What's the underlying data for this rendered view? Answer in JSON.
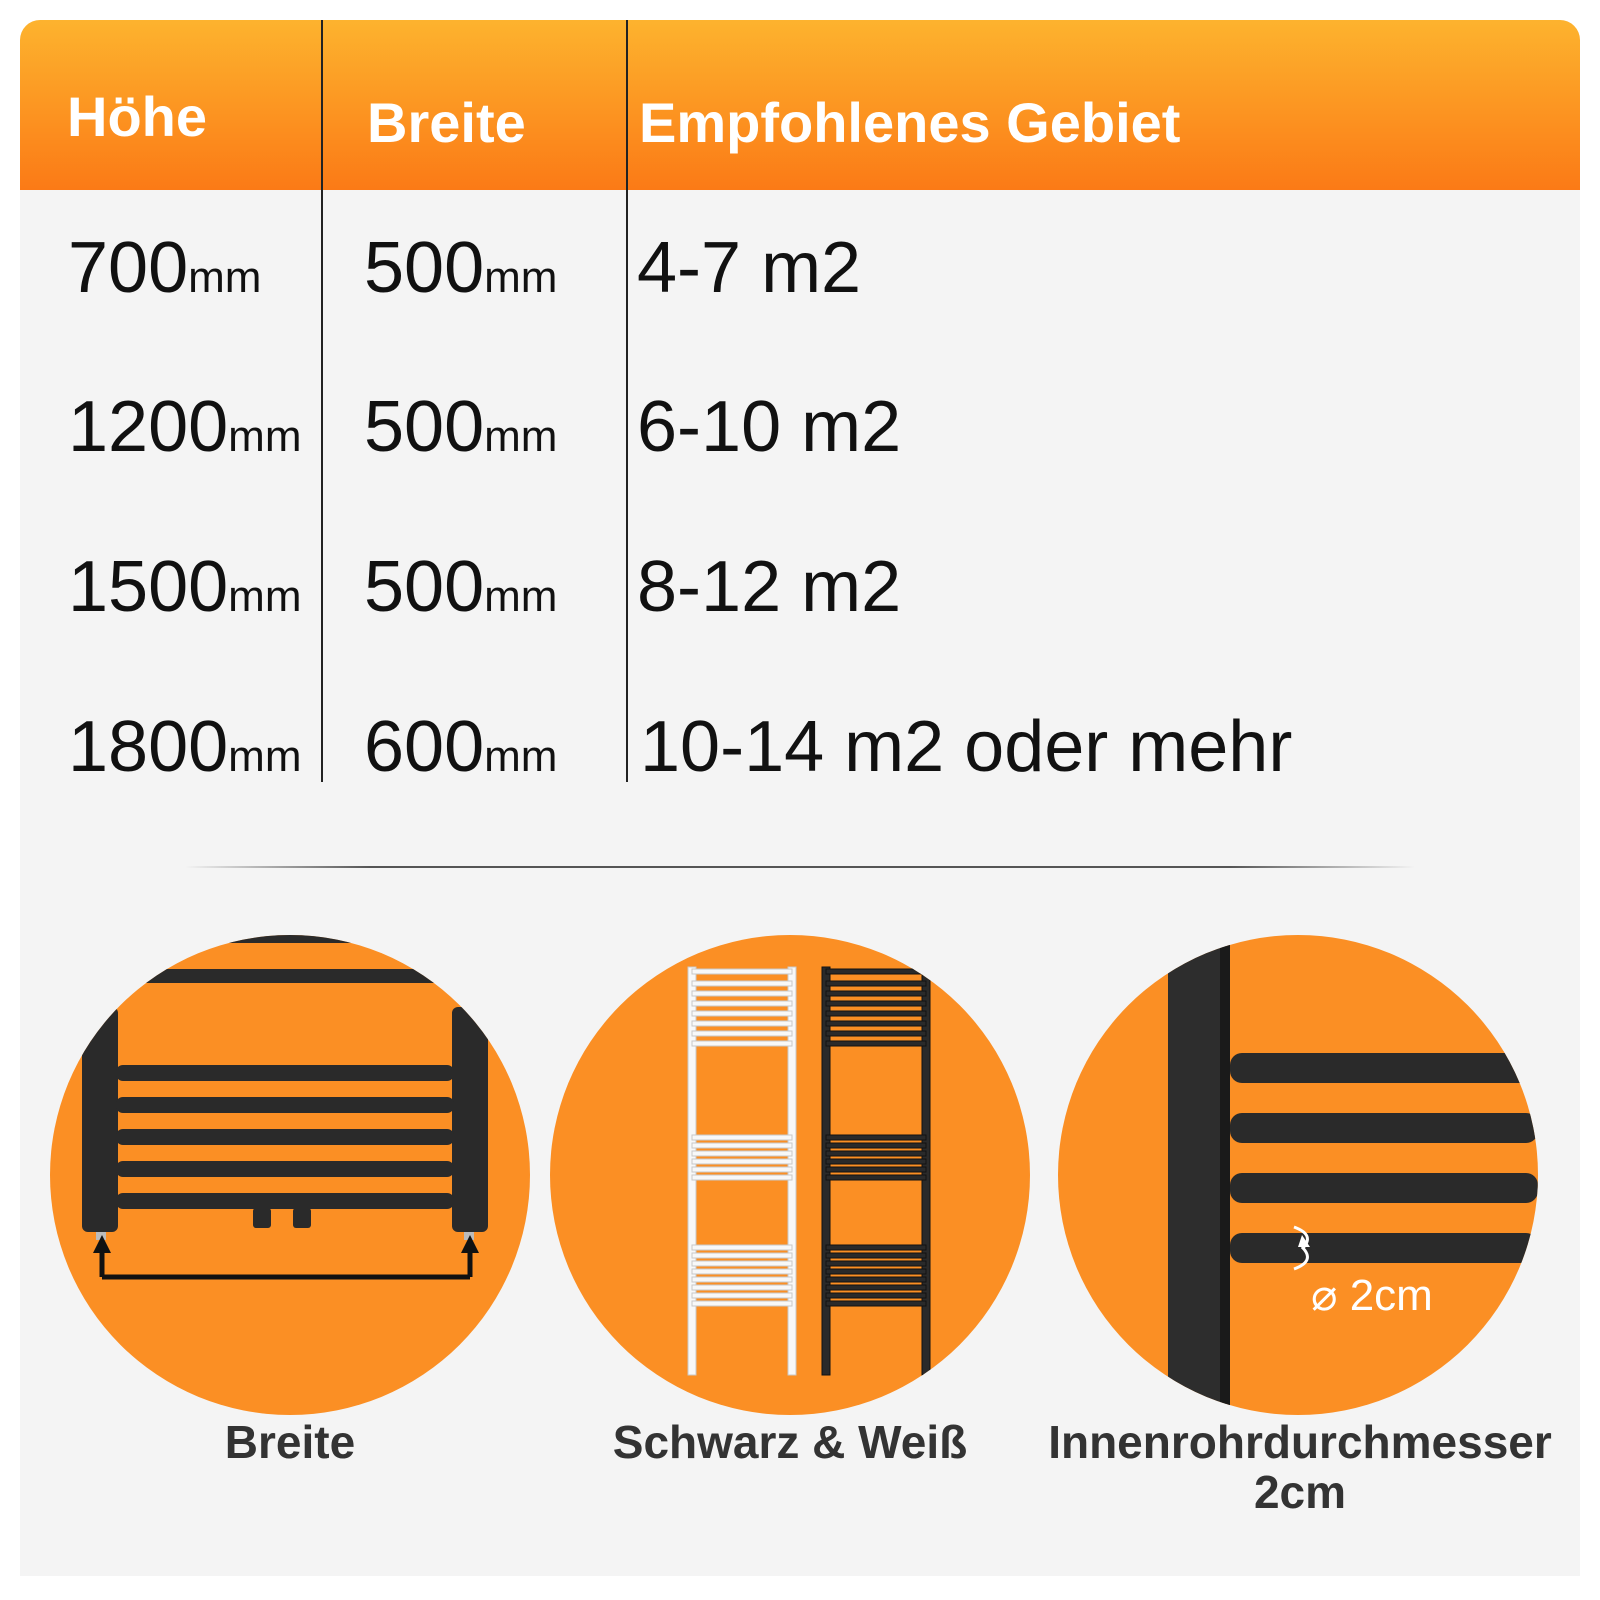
{
  "table": {
    "headers": [
      "Höhe",
      "Breite",
      "Empfohlenes Gebiet"
    ],
    "rows": [
      {
        "hoehe": "700",
        "breite": "500",
        "gebiet": "4-7 m2"
      },
      {
        "hoehe": "1200",
        "breite": "500",
        "gebiet": "6-10 m2"
      },
      {
        "hoehe": "1500",
        "breite": "500",
        "gebiet": "8-12 m2"
      },
      {
        "hoehe": "1800",
        "breite": "600",
        "gebiet": "10-14 m2 oder mehr"
      }
    ],
    "unit": "mm"
  },
  "features": [
    {
      "caption": "Breite"
    },
    {
      "caption": "Schwarz & Weiß"
    },
    {
      "caption": "Innenrohrdurchmesser\n2cm",
      "caption_line1": "Innenrohrdurchmesser",
      "caption_line2": "2cm",
      "overlay": "⌀ 2cm"
    }
  ],
  "colors": {
    "header_top": "#fdb32e",
    "header_bottom": "#fb7a16",
    "circle": "#fb8f24",
    "radiator_black": "#2a2a2a",
    "radiator_white": "#f8f8f8",
    "background": "#f4f4f4"
  }
}
